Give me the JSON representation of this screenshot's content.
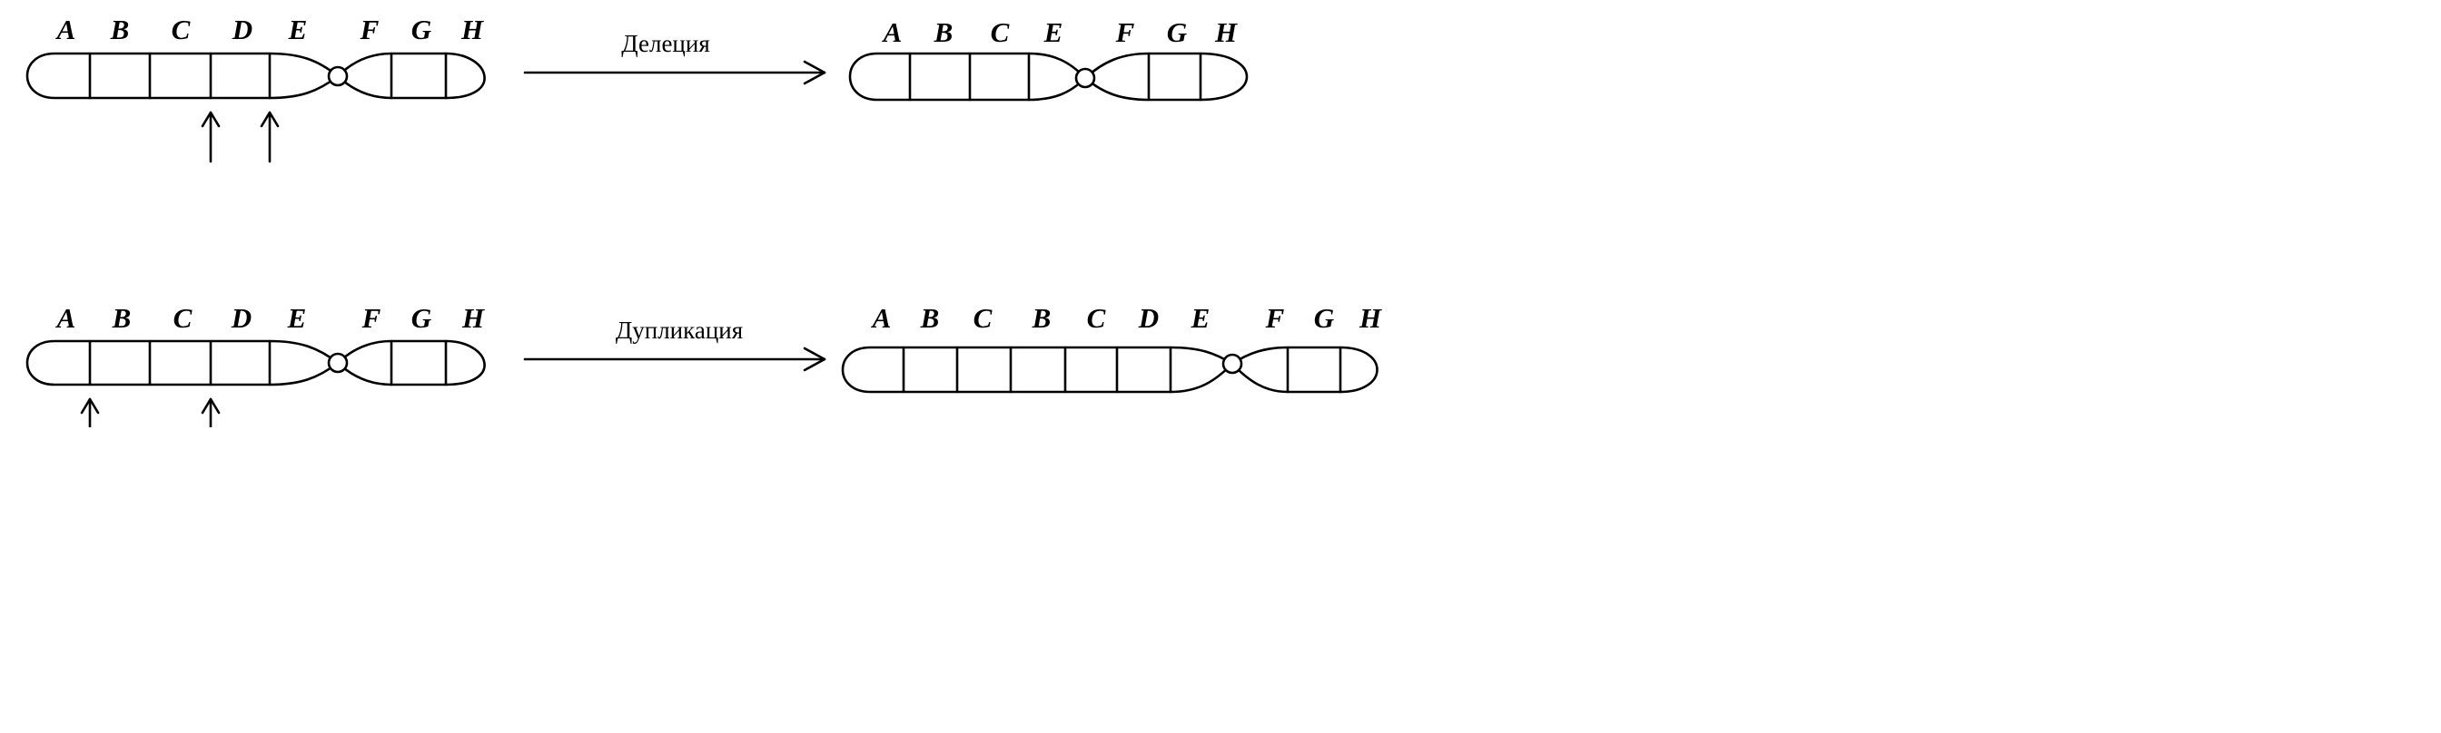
{
  "rows": [
    {
      "operation": "Делеция",
      "before": {
        "genes": [
          "A",
          "B",
          "C",
          "D",
          "E",
          "F",
          "G",
          "H"
        ]
      },
      "after": {
        "genes": [
          "A",
          "B",
          "C",
          "E",
          "F",
          "G",
          "H"
        ]
      },
      "break_points": [
        "C|D",
        "D|E"
      ]
    },
    {
      "operation": "Дупликация",
      "before": {
        "genes": [
          "A",
          "B",
          "C",
          "D",
          "E",
          "F",
          "G",
          "H"
        ]
      },
      "after": {
        "genes": [
          "A",
          "B",
          "C",
          "B",
          "C",
          "D",
          "E",
          "F",
          "G",
          "H"
        ]
      },
      "break_points": [
        "A|B",
        "C|D"
      ]
    }
  ]
}
